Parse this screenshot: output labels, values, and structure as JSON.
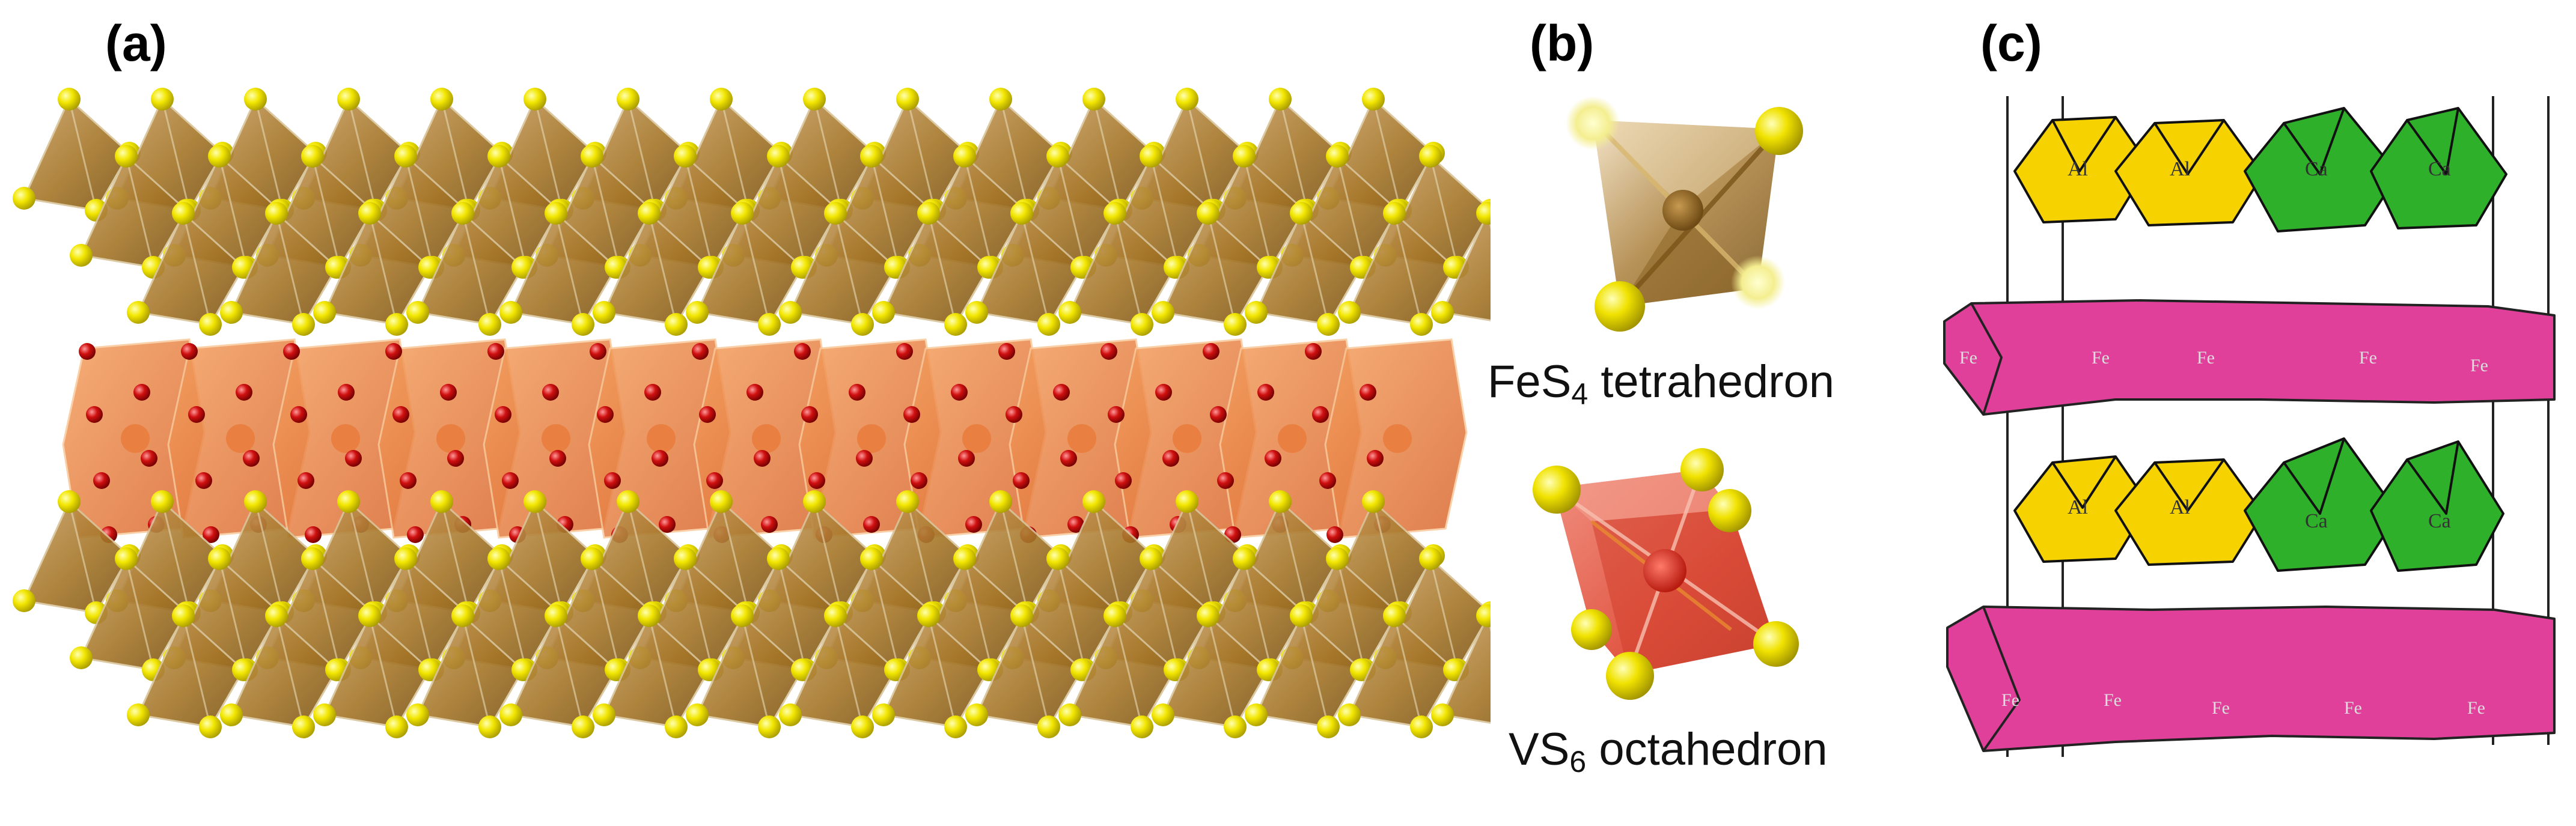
{
  "panels": {
    "a": {
      "label": "(a)"
    },
    "b": {
      "label": "(b)",
      "tetra": {
        "prefix": "FeS",
        "sub": "4",
        "suffix": " tetrahedron"
      },
      "octa": {
        "prefix": "VS",
        "sub": "6",
        "suffix": " octahedron"
      }
    },
    "c": {
      "label": "(c)",
      "atoms": {
        "al": "Al",
        "ca": "Ca",
        "fe": "Fe"
      }
    }
  },
  "colors": {
    "sulfur": "#f2e600",
    "oxygen": "#d01010",
    "fes4_poly": "#a87a2a",
    "vs6_poly": "#e8602a",
    "al_poly": "#f5d200",
    "ca_poly": "#2fb02a",
    "fe_poly": "#e0409a"
  }
}
